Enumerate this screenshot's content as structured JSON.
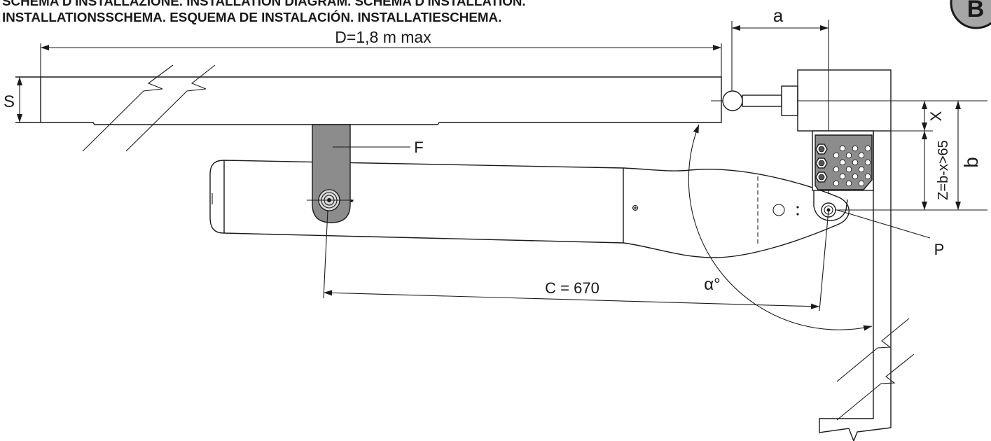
{
  "header": {
    "line1": "SCHEMA D'INSTALLAZIONE. INSTALLATION DIAGRAM. SCHEMA D'INSTALLATION.",
    "line2": "INSTALLATIONSSCHEMA. ESQUEMA DE INSTALACIÓN. INSTALLATIESCHEMA."
  },
  "badge": {
    "label": "B",
    "fill": "#a6a6a6"
  },
  "labels": {
    "D": "D=1,8 m max",
    "a": "a",
    "S": "S",
    "X": "X",
    "Z": "Z=b-x>65",
    "b": "b",
    "F": "F",
    "P": "P",
    "C": "C = 670",
    "alpha": "α°"
  },
  "colors": {
    "line": "#1a1a1a",
    "part_fill": "#8c8c8c",
    "background": "#ffffff"
  }
}
